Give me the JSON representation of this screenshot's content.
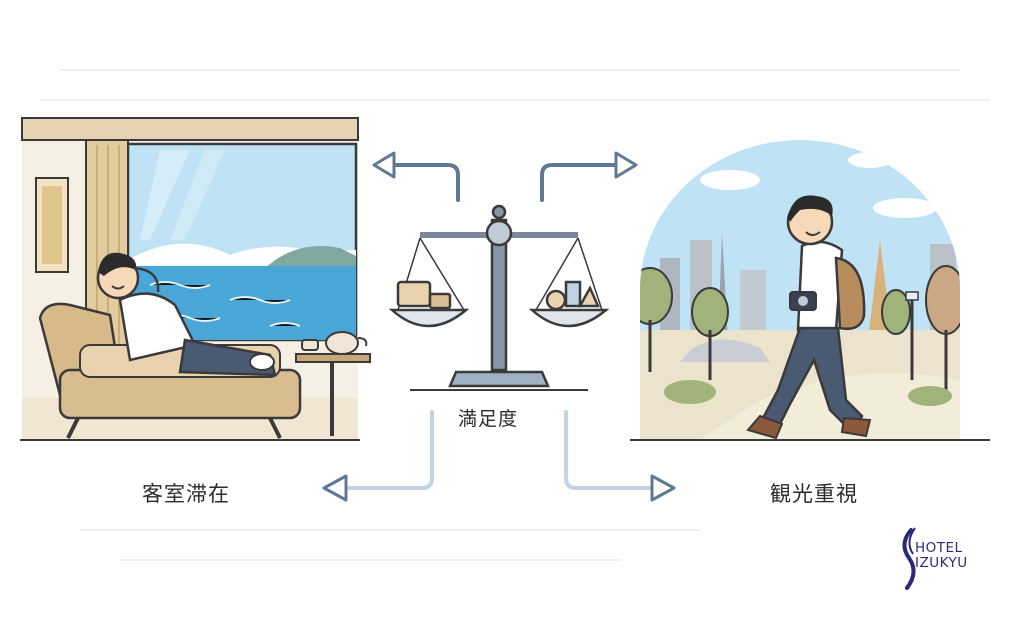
{
  "labels": {
    "room_stay": "客室滞在",
    "satisfaction": "満足度",
    "sightseeing": "観光重視"
  },
  "logo": {
    "line1": "HOTEL",
    "line2": "IZUKYU"
  },
  "colors": {
    "arrow": "#8ea9c4",
    "logo": "#2c2a75",
    "sea": "#4aa6d6",
    "sky": "#bfe3f5"
  }
}
